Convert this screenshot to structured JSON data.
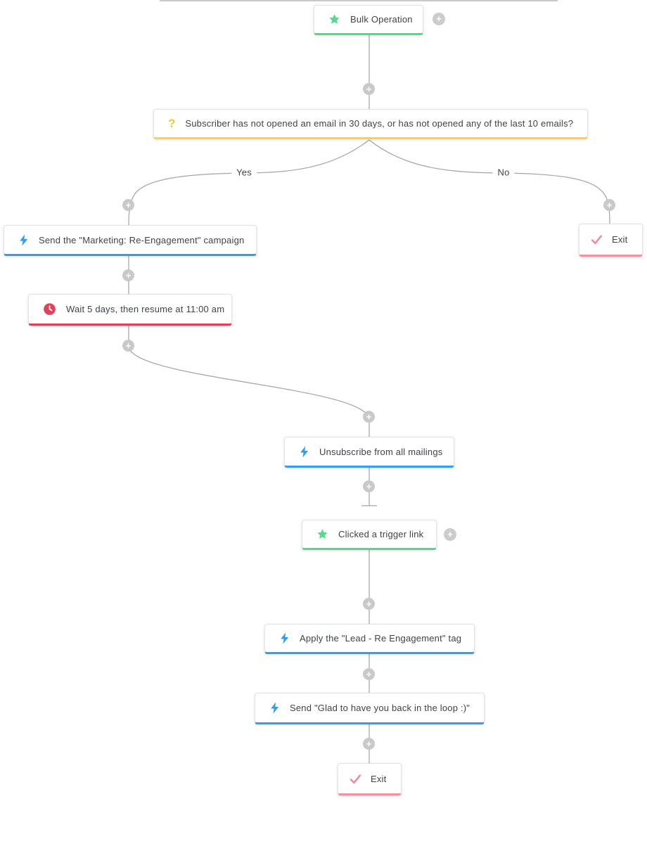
{
  "workflow": {
    "branches": {
      "yes": "Yes",
      "no": "No"
    },
    "icons": {
      "plus": "+",
      "question": "?"
    },
    "colors": {
      "trigger_green": "#52d98a",
      "decision_yellow": "#fbd04d",
      "action_blue": "#319df4",
      "wait_red": "#e63e56",
      "exit_pink": "#f490a3",
      "connector_gray": "#a3a3a3",
      "plus_circle_gray": "#c9c9c9",
      "text_dark": "#3e434a"
    },
    "nodes": [
      {
        "id": "bulk-operation",
        "type": "trigger",
        "icon": "star",
        "accent": "#52d98a",
        "label": "Bulk Operation"
      },
      {
        "id": "decision",
        "type": "decision",
        "icon": "question",
        "accent": "#fbd04d",
        "label": "Subscriber has not opened an email in 30 days, or has not opened any of the last 10 emails?"
      },
      {
        "id": "send-campaign",
        "type": "action",
        "icon": "lightning",
        "accent": "#319df4",
        "label": "Send the \"Marketing: Re-Engagement\" campaign"
      },
      {
        "id": "wait",
        "type": "wait",
        "icon": "clock",
        "accent": "#e63e56",
        "label": "Wait 5 days, then resume at 11:00 am"
      },
      {
        "id": "exit-no-branch",
        "type": "exit",
        "icon": "check",
        "accent": "#f490a3",
        "label": "Exit"
      },
      {
        "id": "unsubscribe",
        "type": "action",
        "icon": "lightning",
        "accent": "#319df4",
        "label": "Unsubscribe from all mailings"
      },
      {
        "id": "clicked-trigger-link",
        "type": "trigger",
        "icon": "star",
        "accent": "#52d98a",
        "label": "Clicked a trigger link"
      },
      {
        "id": "apply-tag",
        "type": "action",
        "icon": "lightning",
        "accent": "#319df4",
        "label": "Apply the \"Lead - Re Engagement\" tag"
      },
      {
        "id": "send-email",
        "type": "action",
        "icon": "lightning",
        "accent": "#319df4",
        "label": "Send \"Glad to have you back in the loop :)\""
      },
      {
        "id": "exit-end",
        "type": "exit",
        "icon": "check",
        "accent": "#f490a3",
        "label": "Exit"
      }
    ]
  }
}
